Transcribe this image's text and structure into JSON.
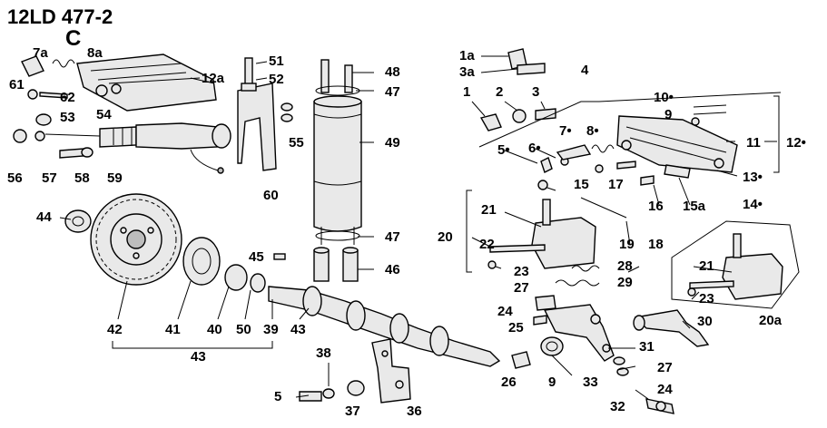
{
  "header": {
    "model": "12LD 477-2",
    "group": "C"
  },
  "callouts": [
    "7a",
    "8a",
    "12a",
    "61",
    "62",
    "53",
    "54",
    "56",
    "57",
    "58",
    "59",
    "51",
    "52",
    "55",
    "60",
    "48",
    "47",
    "49",
    "47",
    "46",
    "45",
    "1a",
    "3a",
    "4",
    "1",
    "2",
    "3",
    "10•",
    "9",
    "7•",
    "8•",
    "11",
    "12•",
    "5•",
    "6•",
    "13•",
    "15",
    "17",
    "16",
    "15a",
    "14•",
    "20",
    "21",
    "22",
    "23",
    "19",
    "18",
    "28",
    "29",
    "21",
    "23",
    "20a",
    "27",
    "24",
    "25",
    "30",
    "31",
    "26",
    "9",
    "33",
    "27",
    "24",
    "32",
    "44",
    "42",
    "41",
    "40",
    "50",
    "39",
    "43",
    "43",
    "38",
    "5",
    "37",
    "36"
  ]
}
